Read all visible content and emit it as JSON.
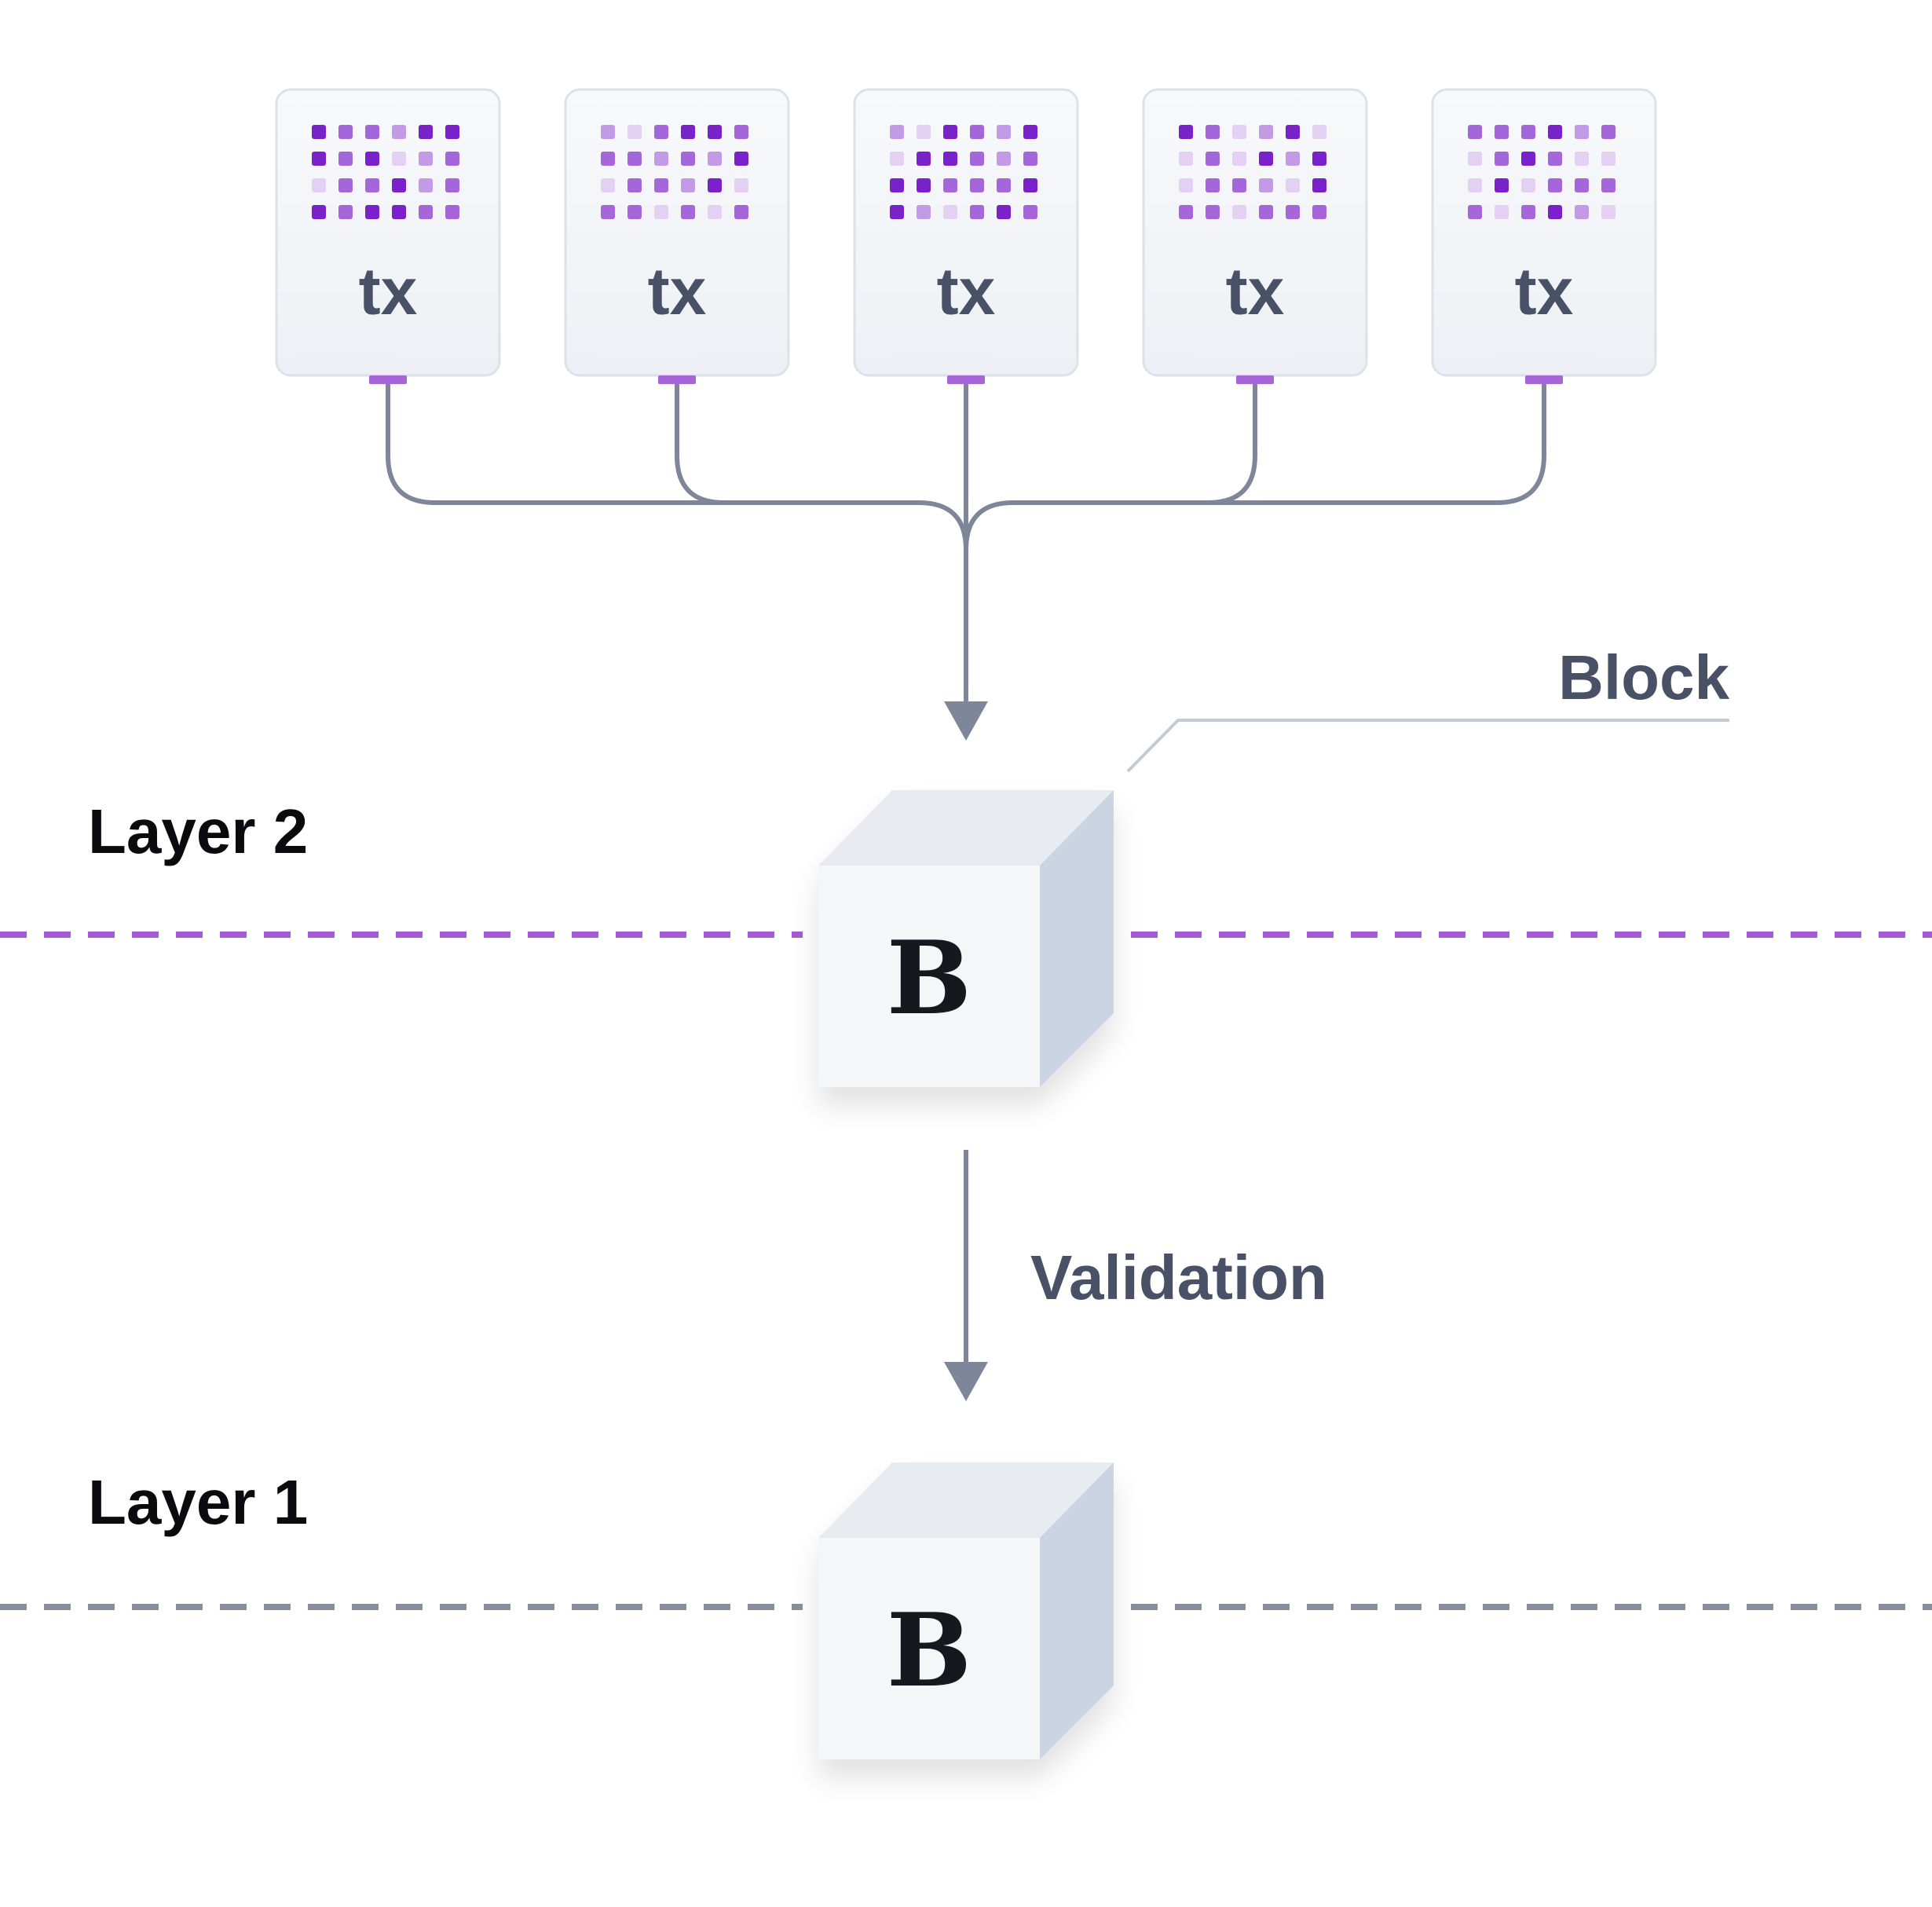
{
  "transactions": [
    {
      "label": "tx"
    },
    {
      "label": "tx"
    },
    {
      "label": "tx"
    },
    {
      "label": "tx"
    },
    {
      "label": "tx"
    }
  ],
  "layer2": {
    "label": "Layer 2",
    "block_letter": "B",
    "line_color": "#a35bd6"
  },
  "layer1": {
    "label": "Layer 1",
    "block_letter": "B",
    "line_color": "#878e9c"
  },
  "block_callout": "Block",
  "validation_label": "Validation",
  "colors": {
    "connector": "#7d8799",
    "tx_card_fill": "#f3f5f9",
    "tx_card_stroke": "#dde1ea",
    "tx_text": "#485166",
    "dot_dark": "#7a22c9",
    "dot_mid": "#a466d9",
    "dot_soft": "#c39ae6",
    "dot_faint": "#e3d0f3",
    "cube_front": "#f5f6f8",
    "cube_top": "#e8ebf0",
    "cube_side": "#cbd4e2"
  }
}
